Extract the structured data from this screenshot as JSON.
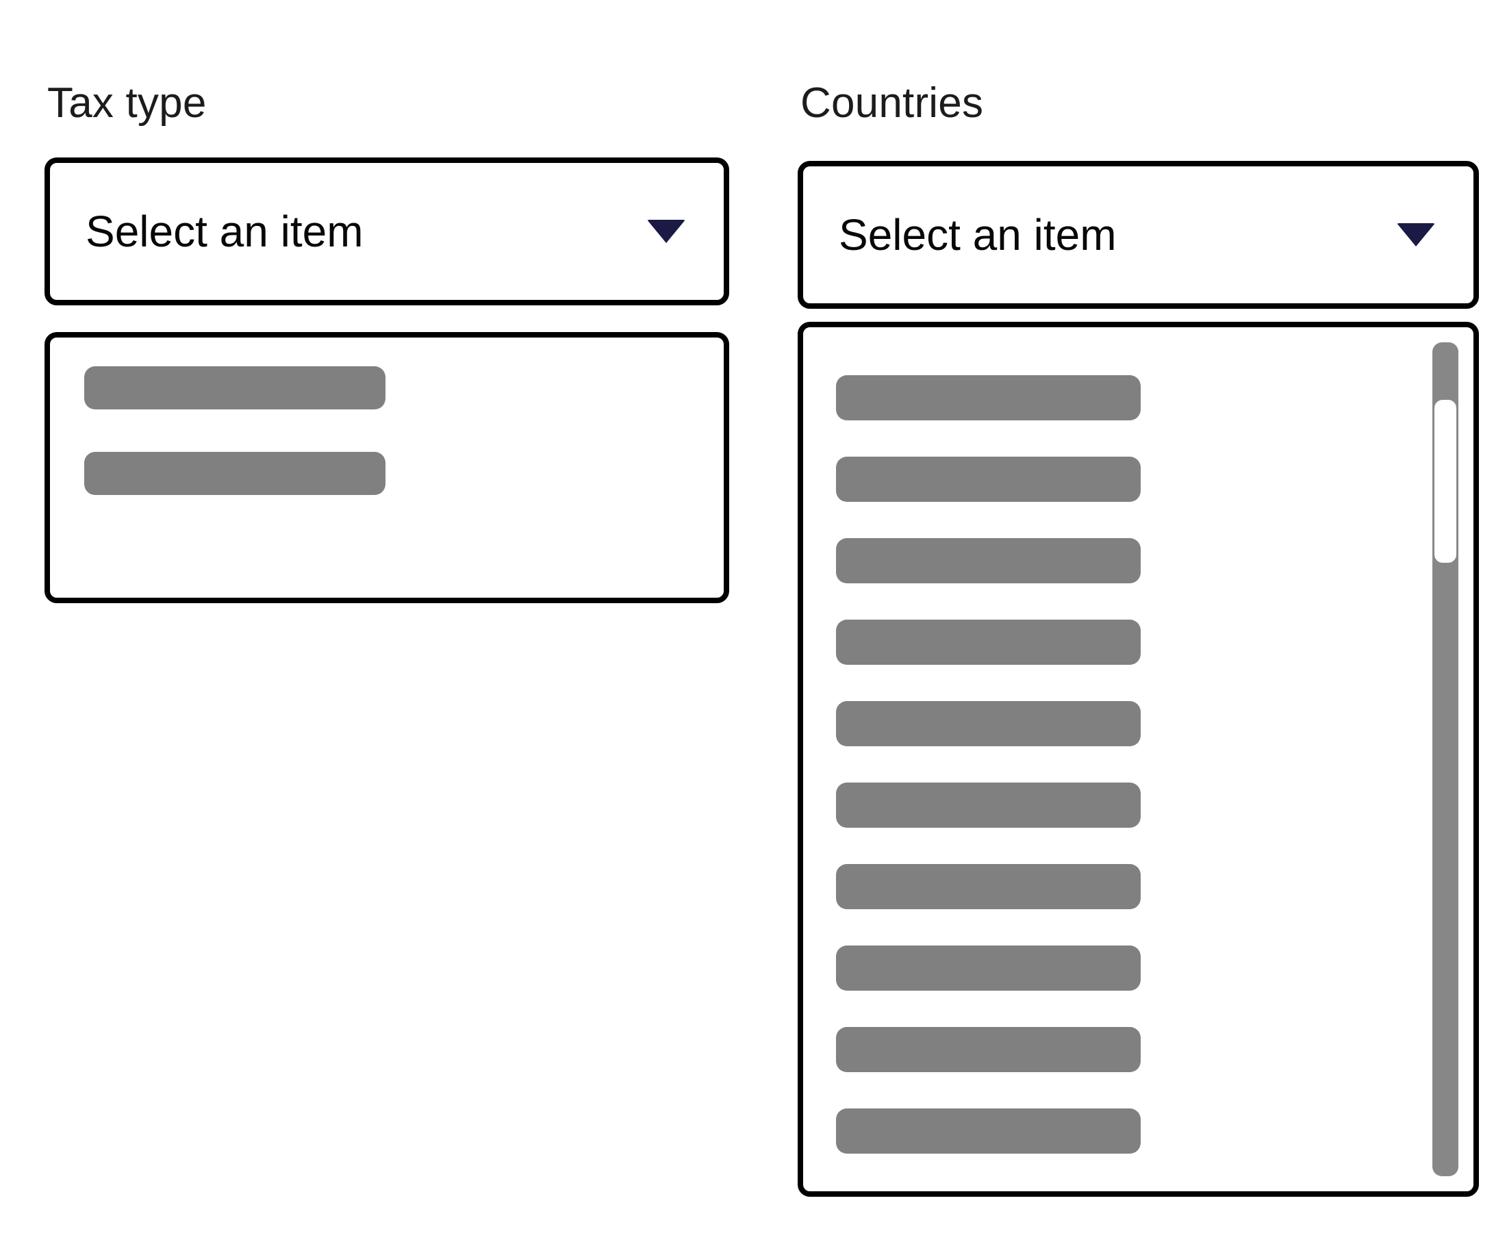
{
  "page": {
    "background_color": "#ffffff",
    "accent_color": "#1a1a44",
    "border_color": "#000000",
    "skeleton_color": "#808080"
  },
  "tax_type": {
    "label": "Tax type",
    "select": {
      "value": "Select an item",
      "placeholder": "Select an item",
      "caret_icon": "chevron-down-icon",
      "expanded": true
    },
    "listbox": {
      "loading": true,
      "option_count": 2,
      "options": [
        "",
        ""
      ]
    }
  },
  "countries": {
    "label": "Countries",
    "select": {
      "value": "Select an item",
      "placeholder": "Select an item",
      "caret_icon": "chevron-down-icon",
      "expanded": true
    },
    "listbox": {
      "loading": true,
      "option_count": 10,
      "options": [
        "",
        "",
        "",
        "",
        "",
        "",
        "",
        "",
        "",
        ""
      ],
      "scrollbar": {
        "visible": true,
        "orientation": "vertical",
        "track_color": "#878787",
        "thumb_color": "#ffffff"
      }
    }
  }
}
